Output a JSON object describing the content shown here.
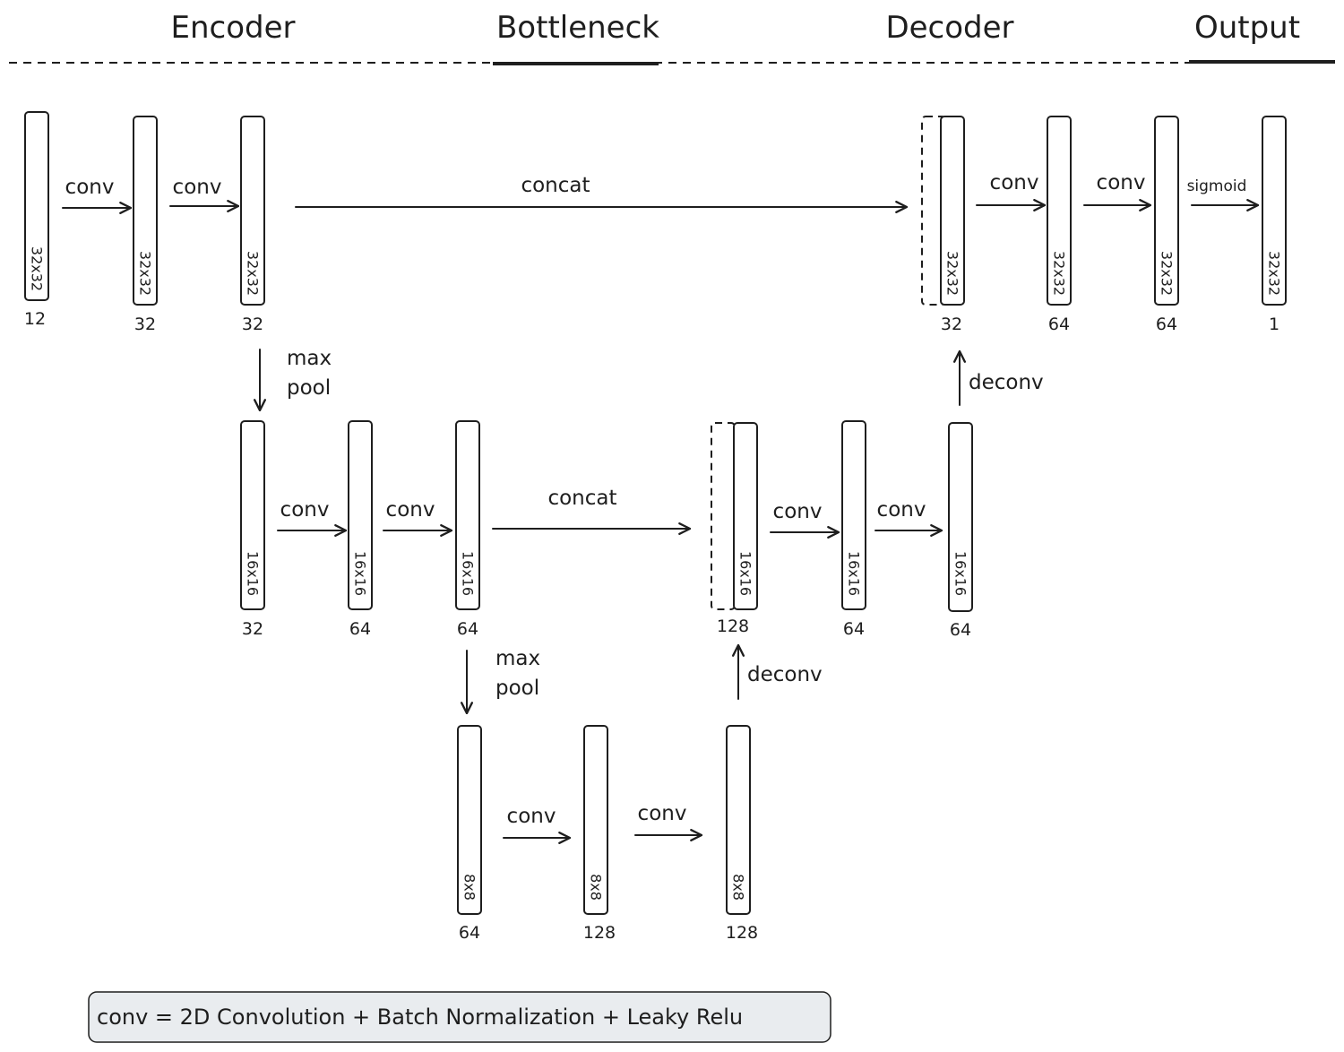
{
  "headers": {
    "encoder": "Encoder",
    "bottleneck": "Bottleneck",
    "decoder": "Decoder",
    "output": "Output"
  },
  "legend": "conv = 2D Convolution + Batch Normalization + Leaky Relu",
  "operations": {
    "conv": "conv",
    "concat": "concat",
    "max": "max",
    "pool": "pool",
    "deconv": "deconv",
    "sigmoid": "sigmoid"
  },
  "blocks": [
    {
      "id": "enc1a",
      "size": "32x32",
      "channels": "12"
    },
    {
      "id": "enc1b",
      "size": "32x32",
      "channels": "32"
    },
    {
      "id": "enc1c",
      "size": "32x32",
      "channels": "32"
    },
    {
      "id": "enc2a",
      "size": "16x16",
      "channels": "32"
    },
    {
      "id": "enc2b",
      "size": "16x16",
      "channels": "64"
    },
    {
      "id": "enc2c",
      "size": "16x16",
      "channels": "64"
    },
    {
      "id": "bot1",
      "size": "8x8",
      "channels": "64"
    },
    {
      "id": "bot2",
      "size": "8x8",
      "channels": "128"
    },
    {
      "id": "bot3",
      "size": "8x8",
      "channels": "128"
    },
    {
      "id": "dec2a",
      "size": "16x16",
      "channels": "128"
    },
    {
      "id": "dec2b",
      "size": "16x16",
      "channels": "64"
    },
    {
      "id": "dec2c",
      "size": "16x16",
      "channels": "64"
    },
    {
      "id": "dec1a",
      "size": "32x32",
      "channels": "32"
    },
    {
      "id": "dec1b",
      "size": "32x32",
      "channels": "64"
    },
    {
      "id": "dec1c",
      "size": "32x32",
      "channels": "64"
    },
    {
      "id": "out",
      "size": "32x32",
      "channels": "1"
    }
  ]
}
